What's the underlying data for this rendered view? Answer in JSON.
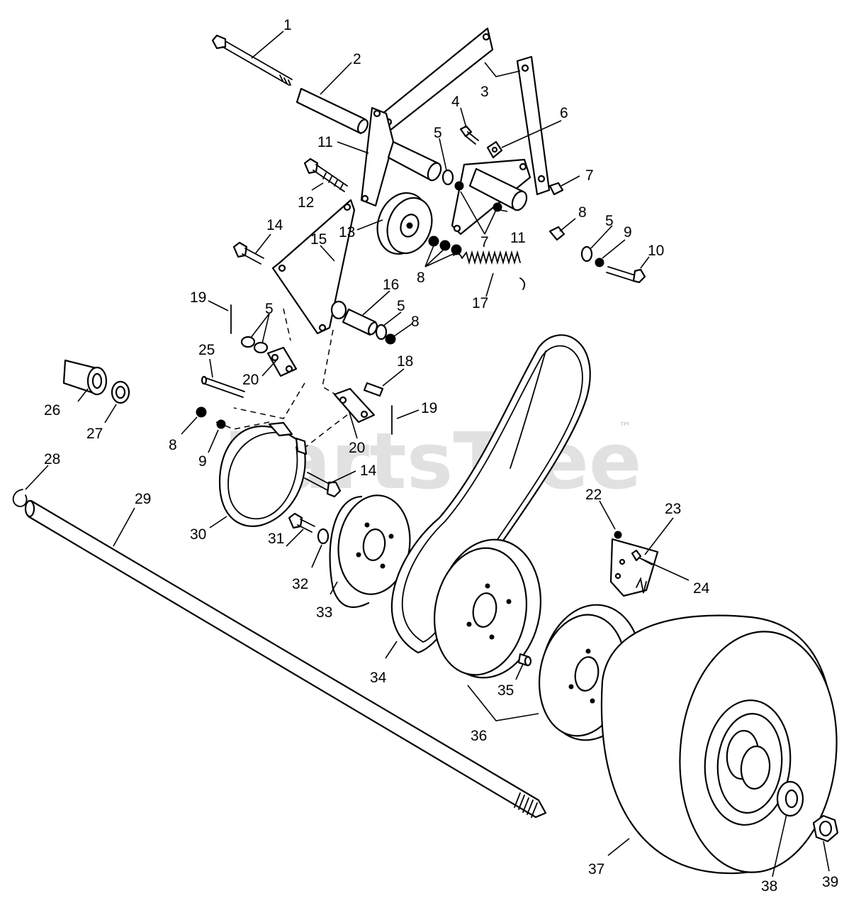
{
  "watermark": {
    "text": "PartsTree",
    "trademark": "™"
  },
  "callouts": {
    "c1": "1",
    "c2": "2",
    "c3": "3",
    "c4": "4",
    "c5a": "5",
    "c5b": "5",
    "c5c": "5",
    "c5d": "5",
    "c6": "6",
    "c7a": "7",
    "c7b": "7",
    "c8a": "8",
    "c8b": "8",
    "c8c": "8",
    "c8d": "8",
    "c9a": "9",
    "c9b": "9",
    "c10": "10",
    "c11a": "11",
    "c11b": "11",
    "c12": "12",
    "c13": "13",
    "c14a": "14",
    "c14b": "14",
    "c15": "15",
    "c16": "16",
    "c17": "17",
    "c18": "18",
    "c19a": "19",
    "c19b": "19",
    "c20a": "20",
    "c20b": "20",
    "c22": "22",
    "c23": "23",
    "c24": "24",
    "c25": "25",
    "c26": "26",
    "c27": "27",
    "c28": "28",
    "c29": "29",
    "c30": "30",
    "c31": "31",
    "c32": "32",
    "c33": "33",
    "c34": "34",
    "c35": "35",
    "c36": "36",
    "c37": "37",
    "c38": "38",
    "c39": "39"
  }
}
